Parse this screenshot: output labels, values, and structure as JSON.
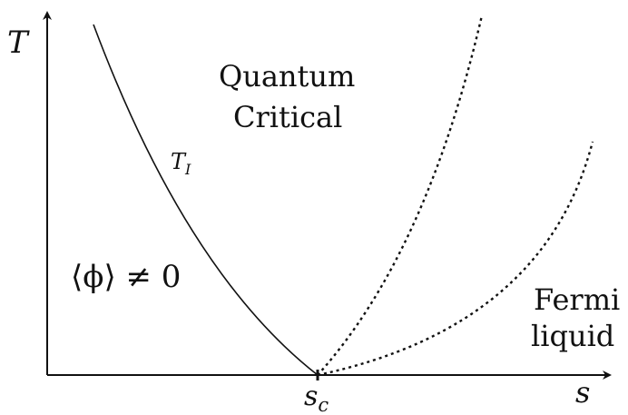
{
  "axes": {
    "y_label": "T",
    "x_label": "s",
    "x_tick_label_base": "s",
    "x_tick_label_sub": "c"
  },
  "curve_labels": {
    "ti_main": "T",
    "ti_sub": "I"
  },
  "regions": {
    "quantum_critical_line1": "Quantum",
    "quantum_critical_line2": "Critical",
    "ordered_phase": "⟨ϕ⟩ ≠ 0",
    "fermi_liquid_line1": "Fermi",
    "fermi_liquid_line2": "liquid"
  },
  "colors": {
    "line": "#111111",
    "background": "#ffffff"
  }
}
